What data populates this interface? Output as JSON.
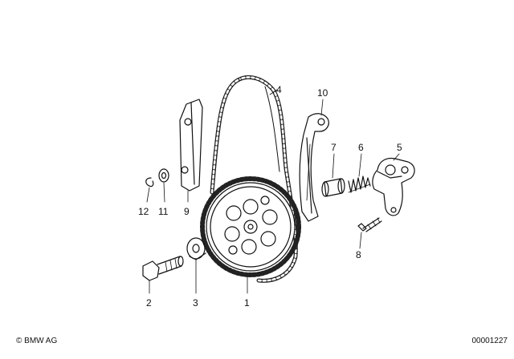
{
  "callouts": {
    "c1": "1",
    "c2": "2",
    "c3": "3",
    "c4": "4",
    "c5": "5",
    "c6": "6",
    "c7": "7",
    "c8": "8",
    "c9": "9",
    "c10": "10",
    "c11": "11",
    "c12": "12"
  },
  "footer": {
    "copyright": "© BMW AG",
    "doc_number": "00001227"
  }
}
